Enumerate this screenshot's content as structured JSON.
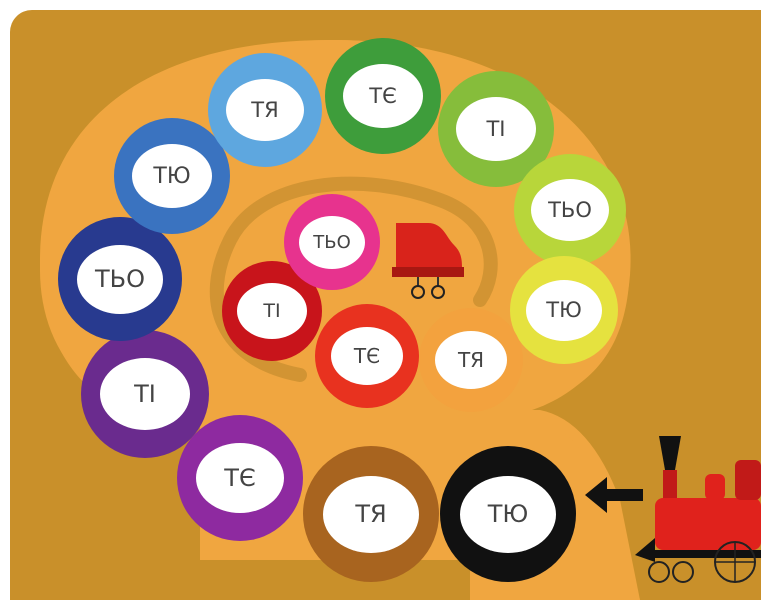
{
  "board": {
    "colors": {
      "background": "#c9902a",
      "path": "#f0a640",
      "path_edge": "#d29433"
    },
    "cells": [
      {
        "label": "ТЮ",
        "color": "#111111"
      },
      {
        "label": "ТЯ",
        "color": "#a8641f"
      },
      {
        "label": "ТЄ",
        "color": "#8e2aa0"
      },
      {
        "label": "ТІ",
        "color": "#6a2b8e"
      },
      {
        "label": "ТЬО",
        "color": "#283a8f"
      },
      {
        "label": "ТЮ",
        "color": "#3a73c0"
      },
      {
        "label": "ТЯ",
        "color": "#5ea7df"
      },
      {
        "label": "ТЄ",
        "color": "#3e9d3b"
      },
      {
        "label": "ТІ",
        "color": "#86bd3b"
      },
      {
        "label": "ТЬО",
        "color": "#b8d63a"
      },
      {
        "label": "ТЮ",
        "color": "#e5e23f"
      },
      {
        "label": "ТЯ",
        "color": "#f3a23e"
      },
      {
        "label": "ТЄ",
        "color": "#e8321f"
      },
      {
        "label": "ТІ",
        "color": "#c8141b"
      },
      {
        "label": "ТЬО",
        "color": "#e7338e"
      }
    ],
    "icons": {
      "piano": "grand-piano-icon",
      "locomotive": "locomotive-icon",
      "arrow": "arrow-left-icon"
    }
  }
}
